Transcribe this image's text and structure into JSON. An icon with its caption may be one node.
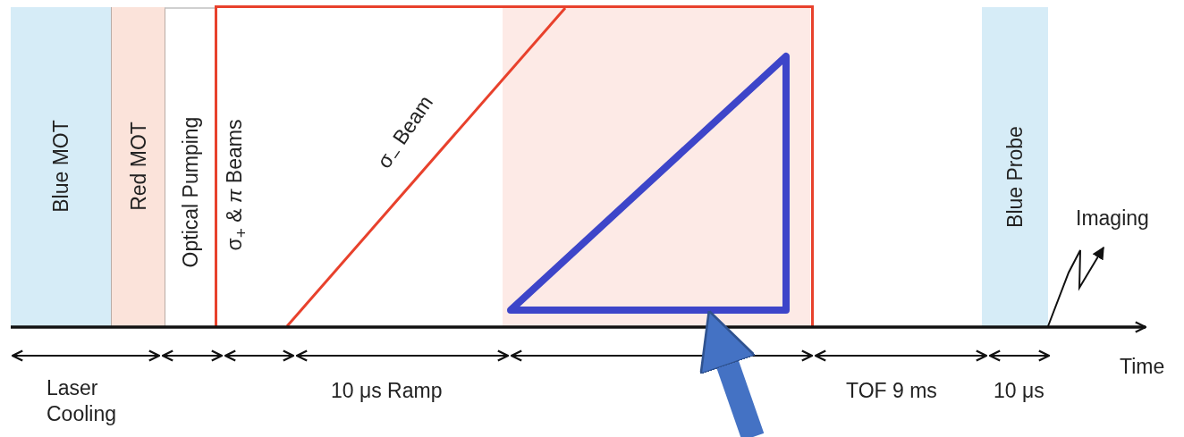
{
  "diagram": {
    "nodes": [
      {
        "text": [
          "Blue MOT"
        ]
      },
      {
        "text": [
          "Red MOT"
        ]
      },
      {
        "text": [
          "Optical Pumping"
        ]
      },
      {
        "text": [
          "σ$_{+}$ & *π* Beams",
          "σ$_{−}$ Beam"
        ]
      },
      {
        "text": [],
        "shape": "triangle",
        "in": 3
      },
      {
        "text": [
          "Blue Probe"
        ]
      }
    ],
    "edges": [
      {
        "from": null,
        "to": 4,
        "arrow": "to"
      }
    ],
    "labels": [
      "Imaging",
      "Time",
      "Laser Cooling",
      "10 μs Ramp",
      "TOF 9 ms",
      "10 μs"
    ]
  }
}
